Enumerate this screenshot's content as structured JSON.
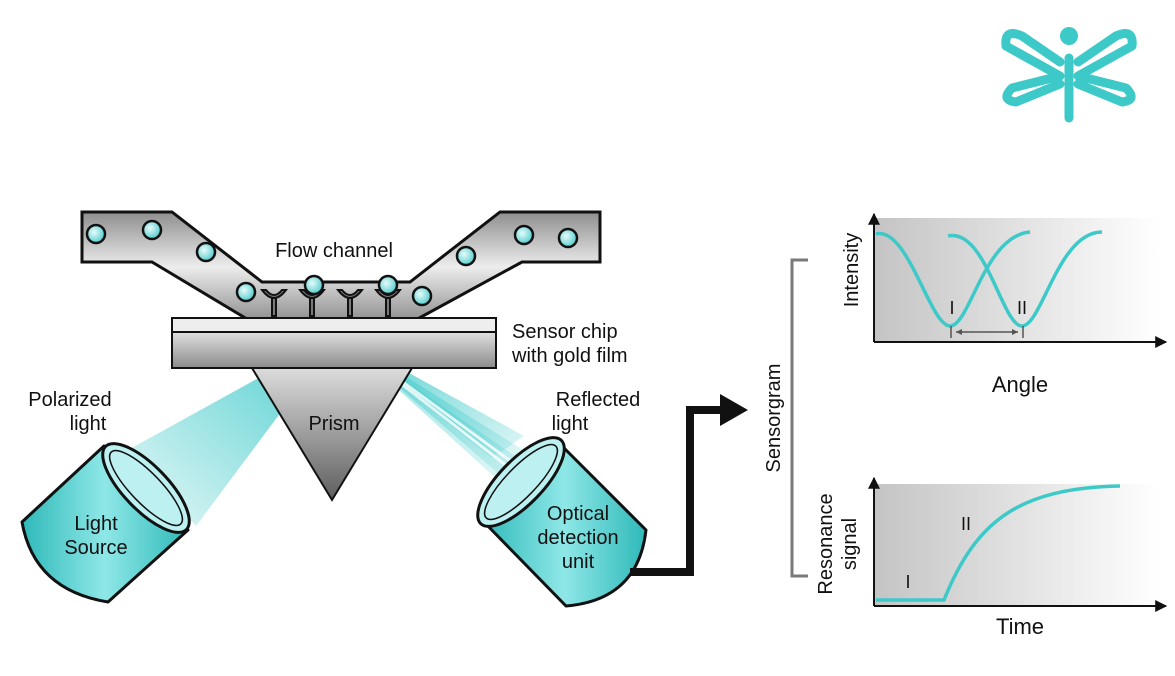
{
  "labels": {
    "flow_channel": "Flow channel",
    "sensor_chip_line1": "Sensor chip",
    "sensor_chip_line2": "with gold film",
    "polarized_line1": "Polarized",
    "polarized_line2": "light",
    "reflected_line1": "Reflected",
    "reflected_line2": "light",
    "prism": "Prism",
    "light_source_line1": "Light",
    "light_source_line2": "Source",
    "detection_line1": "Optical",
    "detection_line2": "detection",
    "detection_line3": "unit",
    "sensorgram": "Sensorgram"
  },
  "angle_plot": {
    "xlabel": "Angle",
    "ylabel": "Intensity",
    "marker_1": "I",
    "marker_2": "II"
  },
  "time_plot": {
    "xlabel": "Time",
    "ylabel_line1": "Resonance",
    "ylabel_line2": "signal",
    "marker_1": "I",
    "marker_2": "II"
  },
  "colors": {
    "accent": "#3ec9c9",
    "outline": "#111111",
    "gray": "#7a7a7a"
  },
  "logo": {
    "icon": "dragonfly-logo-icon"
  }
}
